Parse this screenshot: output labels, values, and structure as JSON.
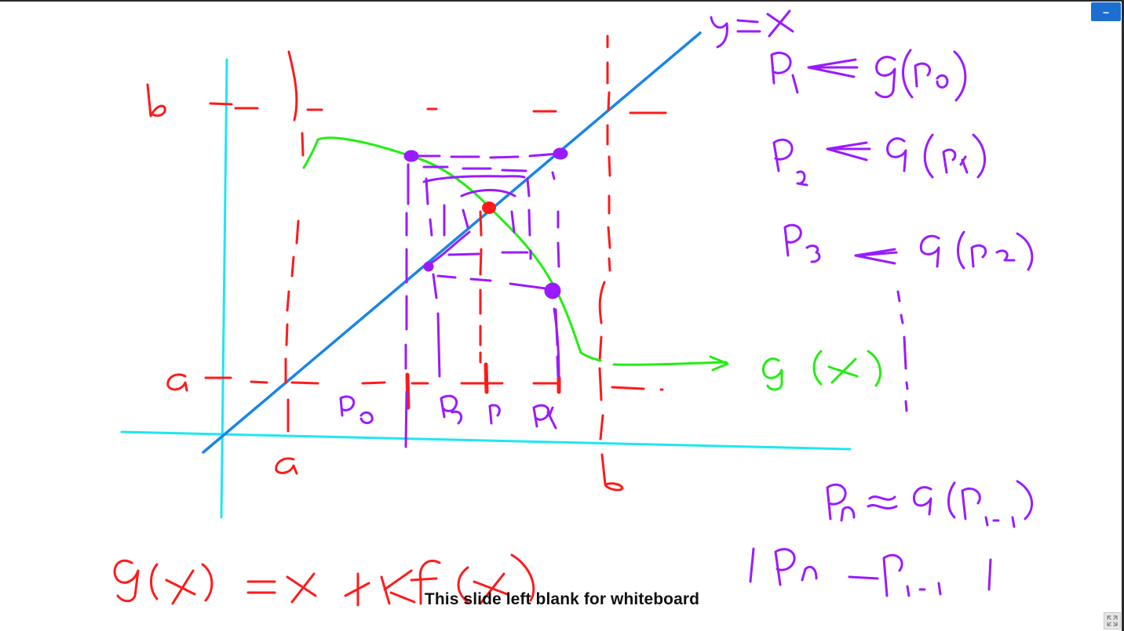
{
  "caption": "This slide left blank for whiteboard",
  "controls": {
    "minimize_label": "–",
    "minimize_icon": "minimize-icon",
    "expand_icon": "expand-icon"
  },
  "colors": {
    "red_ink": "#ff1a1a",
    "purple_ink": "#9a1bff",
    "green_ink": "#22ee11",
    "blue_ink": "#1a84e6",
    "cyan_ink": "#1ee6f2",
    "button_blue": "#1c6fd0"
  },
  "handwriting": {
    "line_label": "y=x",
    "left_axis_top": "b",
    "left_axis_bottom": "a",
    "bottom_axis_left": "a",
    "bottom_axis_right": "b",
    "points_on_axis": [
      "P0",
      "P3",
      "P",
      "P1"
    ],
    "curve_label": "g(x)",
    "iteration_1": "P1 ← g(P0)",
    "iteration_2": "P2 ← g(P1)",
    "iteration_3": "P3 ← g(P2)",
    "iteration_n": "Pn ≃ g(Pn-1)",
    "stopping_test": "|Pn − Pn-1|",
    "definition": "g(x) = x + k f(x)"
  }
}
